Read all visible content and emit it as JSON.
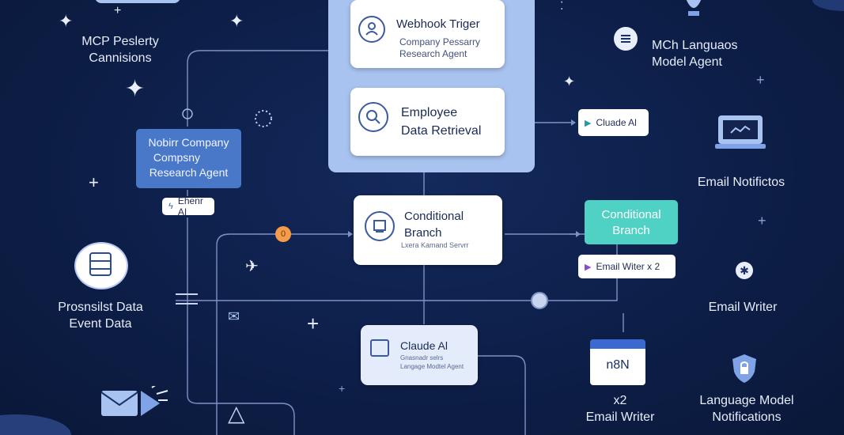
{
  "left_top": {
    "line1": "MCP Peslerty",
    "line2": "Cannisions"
  },
  "left_card": {
    "line1": "Nobirr Company",
    "line2": "Compsny",
    "line3": "Research Agent"
  },
  "left_pill": "Ehenr AI",
  "left_mid": {
    "line1": "Prosnsilst Data",
    "line2": "Event Data"
  },
  "webhook": {
    "title": "Webhook Triger",
    "line1": "Company Pessarry",
    "line2": "Research Agent"
  },
  "employee": {
    "line1": "Employee",
    "line2": "Data Retrieval"
  },
  "conditional_center": {
    "line1": "Conditional",
    "line2": "Branch",
    "sub": "Lxera Kamand Servrr"
  },
  "claude_bottom": {
    "title": "Claude Al",
    "line1": "Gnasnadr selrs",
    "line2": "Langage Modtel Agent"
  },
  "claude_pill": "Cluade Al",
  "conditional_right": {
    "line1": "Conditional",
    "line2": "Branch"
  },
  "email_pill": "Email Witer x 2",
  "right_top": {
    "line1": "MCh Languaos",
    "line2": "Model Agent"
  },
  "right_notif": "Email Notifictos",
  "right_writer": "Email Writer",
  "calendar": {
    "label": "n8N"
  },
  "bottom_writer": {
    "line1": "x2",
    "line2": "Email Writer"
  },
  "bottom_lang": {
    "line1": "Language Model",
    "line2": "Notifications"
  },
  "colors": {
    "background": "#0d1e48",
    "panel": "#a9c3f0",
    "teal": "#4fd2c4",
    "orange": "#f39c4a"
  }
}
